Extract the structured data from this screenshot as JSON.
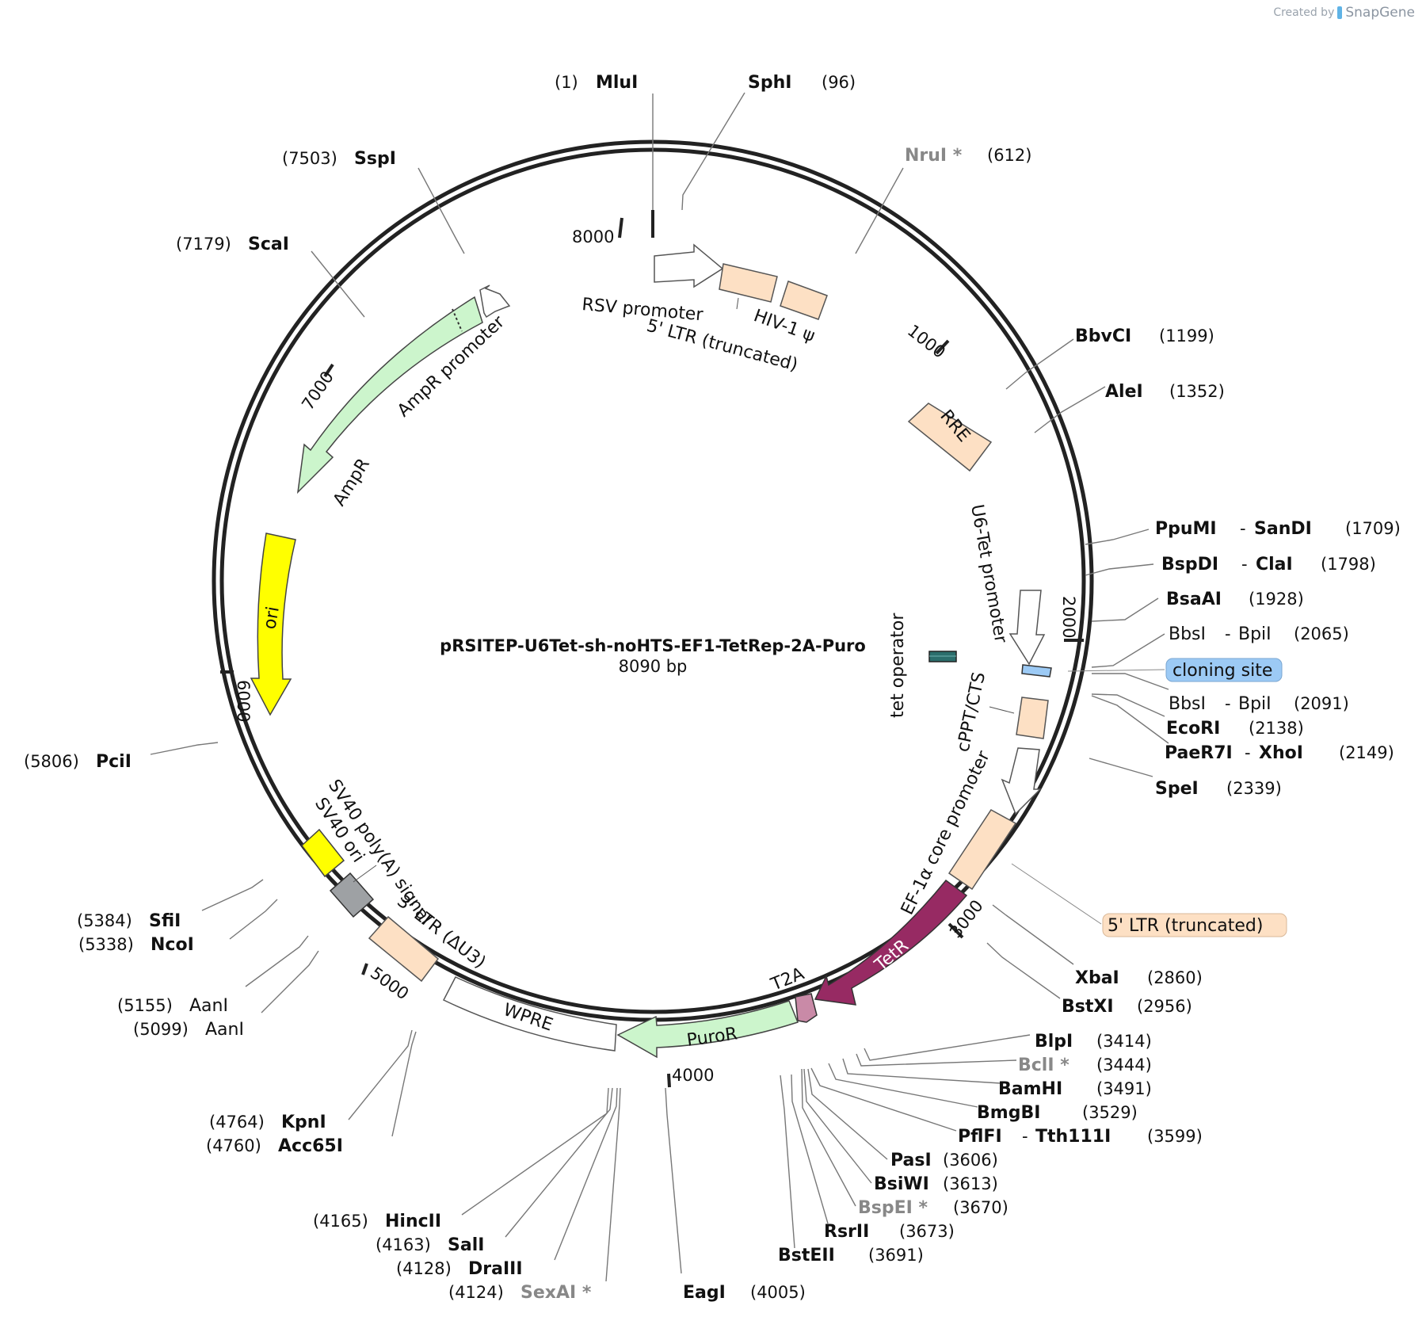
{
  "credit": {
    "prefix": "Created by",
    "brand": "SnapGene"
  },
  "plasmid": {
    "name": "pRSITEP-U6Tet-sh-noHTS-EF1-TetRep-2A-Puro",
    "size_label": "8090 bp"
  },
  "ticks": [
    "1000",
    "2000",
    "3000",
    "4000",
    "5000",
    "6000",
    "7000",
    "8000"
  ],
  "features": {
    "rsv_promoter": "RSV promoter",
    "ltr5_trunc": "5' LTR (truncated)",
    "hiv1_psi": "HIV-1 ψ",
    "rre": "RRE",
    "u6tet_promoter": "U6-Tet promoter",
    "tet_operator": "tet operator",
    "cloning_site": "cloning site",
    "cppt_cts": "cPPT/CTS",
    "ef1a_core_promoter": "EF-1α core promoter",
    "ltr5_trunc_boxed": "5' LTR (truncated)",
    "tetr": "TetR",
    "t2a": "T2A",
    "puror": "PuroR",
    "wpre": "WPRE",
    "ltr3_du3": "3' LTR (ΔU3)",
    "sv40_polya": "SV40 poly(A) signal",
    "sv40_ori": "SV40 ori",
    "ori": "ori",
    "ampr": "AmpR",
    "ampr_promoter": "AmpR promoter"
  },
  "sites": [
    {
      "pos": "(1)",
      "name": "MluI"
    },
    {
      "name": "SphI",
      "pos": "(96)"
    },
    {
      "name": "NruI *",
      "pos": "(612)"
    },
    {
      "name": "BbvCI",
      "pos": "(1199)"
    },
    {
      "name": "AleI",
      "pos": "(1352)"
    },
    {
      "name": "PpuMI",
      "name2": "SanDI",
      "pos": "(1709)"
    },
    {
      "name": "BspDI",
      "name2": "ClaI",
      "pos": "(1798)"
    },
    {
      "name": "BsaAI",
      "pos": "(1928)"
    },
    {
      "name": "BbsI",
      "name2": "BpiI",
      "pos": "(2065)"
    },
    {
      "name": "BbsI",
      "name2": "BpiI",
      "pos": "(2091)"
    },
    {
      "name": "EcoRI",
      "pos": "(2138)"
    },
    {
      "name": "PaeR7I",
      "name2": "XhoI",
      "pos": "(2149)"
    },
    {
      "name": "SpeI",
      "pos": "(2339)"
    },
    {
      "name": "XbaI",
      "pos": "(2860)"
    },
    {
      "name": "BstXI",
      "pos": "(2956)"
    },
    {
      "name": "BlpI",
      "pos": "(3414)"
    },
    {
      "name": "BclI *",
      "pos": "(3444)"
    },
    {
      "name": "BamHI",
      "pos": "(3491)"
    },
    {
      "name": "BmgBI",
      "pos": "(3529)"
    },
    {
      "name": "PflFI",
      "name2": "Tth111I",
      "pos": "(3599)"
    },
    {
      "name": "PasI",
      "pos": "(3606)"
    },
    {
      "name": "BsiWI",
      "pos": "(3613)"
    },
    {
      "name": "BspEI *",
      "pos": "(3670)"
    },
    {
      "name": "RsrII",
      "pos": "(3673)"
    },
    {
      "name": "BstEII",
      "pos": "(3691)"
    },
    {
      "name": "EagI",
      "pos": "(4005)"
    },
    {
      "pos": "(4124)",
      "name": "SexAI *"
    },
    {
      "pos": "(4128)",
      "name": "DraIII"
    },
    {
      "pos": "(4163)",
      "name": "SalI"
    },
    {
      "pos": "(4165)",
      "name": "HincII"
    },
    {
      "pos": "(4760)",
      "name": "Acc65I"
    },
    {
      "pos": "(4764)",
      "name": "KpnI"
    },
    {
      "pos": "(5099)",
      "name": "AanI"
    },
    {
      "pos": "(5155)",
      "name": "AanI"
    },
    {
      "pos": "(5338)",
      "name": "NcoI"
    },
    {
      "pos": "(5384)",
      "name": "SfiI"
    },
    {
      "pos": "(5806)",
      "name": "PciI"
    },
    {
      "pos": "(7179)",
      "name": "ScaI"
    },
    {
      "pos": "(7503)",
      "name": "SspI"
    }
  ],
  "colors": {
    "backbone": "#222222",
    "ltr": "#fde0c4",
    "ampr": "#ccf5cc",
    "ori": "#ffff00",
    "tetr": "#972a63",
    "t2a": "#c98aa7",
    "sv40ori": "#9ea1a4",
    "tetop": "#2b6e6c",
    "cloning": "#9ccaf5"
  }
}
